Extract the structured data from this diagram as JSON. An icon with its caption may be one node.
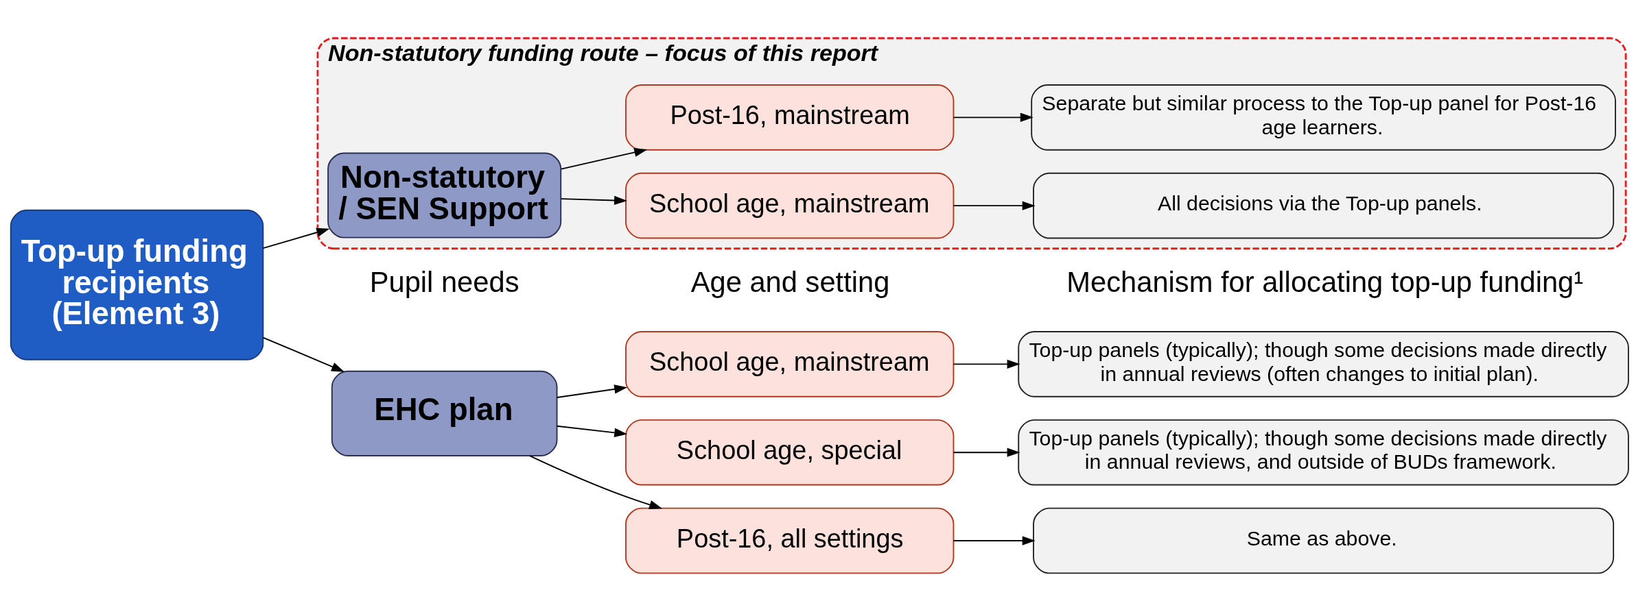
{
  "diagram": {
    "nodes": [
      {
        "text": [
          "Top-up funding recipients (Element 3)"
        ]
      },
      {
        "text": [
          "EHC plan"
        ]
      },
      {
        "text": [
          "School age, mainstream"
        ]
      },
      {
        "text": [
          "Top-up panels (typically); though some decisions made directly in annual reviews (often changes to initial plan)."
        ]
      },
      {
        "text": [
          "School age, special"
        ]
      },
      {
        "text": [
          "Top-up panels (typically); though some decisions made directly in annual reviews, and outside of BUDs framework."
        ]
      },
      {
        "text": [
          "Post-16, all settings"
        ]
      },
      {
        "text": [
          "Same as above."
        ]
      },
      {
        "text": [
          "Non-statutory funding route – focus of this report"
        ]
      },
      {
        "text": [
          "Non-statutory / SEN Support"
        ],
        "in": 8
      },
      {
        "text": [
          "School age, mainstream"
        ],
        "in": 8
      },
      {
        "text": [
          "All decisions via the Top-up panels."
        ],
        "in": 8
      },
      {
        "text": [
          "Post-16, mainstream"
        ],
        "in": 8
      },
      {
        "text": [
          "Separate but similar process to the Top-up panel for Post-16 age learners."
        ],
        "in": 8
      }
    ],
    "edges": [
      {
        "from": 0,
        "to": 1,
        "arrow": "to"
      },
      {
        "from": 1,
        "to": 2,
        "arrow": "to"
      },
      {
        "from": 2,
        "to": 3,
        "arrow": "to"
      },
      {
        "from": 1,
        "to": 4,
        "arrow": "to"
      },
      {
        "from": 4,
        "to": 5,
        "arrow": "to"
      },
      {
        "from": 1,
        "to": 6,
        "arrow": "to"
      },
      {
        "from": 6,
        "to": 7,
        "arrow": "to"
      },
      {
        "from": 0,
        "to": 9,
        "arrow": "to"
      },
      {
        "from": 9,
        "to": 10,
        "arrow": "to"
      },
      {
        "from": 10,
        "to": 11,
        "arrow": "to"
      },
      {
        "from": 9,
        "to": 12,
        "arrow": "to"
      },
      {
        "from": 12,
        "to": 13,
        "arrow": "to"
      }
    ],
    "labels": [
      "Pupil needs",
      "Age and setting",
      "Mechanism for allocating top-up funding¹"
    ]
  }
}
